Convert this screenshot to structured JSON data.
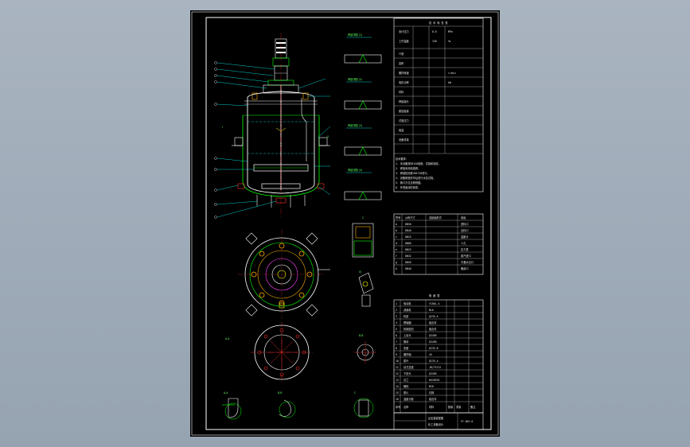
{
  "drawing": {
    "tech_table_title": "技 术 特 性 表",
    "parts_table_title": "明 细 表",
    "title_block_name": "反应釜装配图",
    "title_block_company": "化工设备设计",
    "drawing_number": "FY-001-0",
    "view_label_a": "A-A",
    "view_label_b": "B-B",
    "view_label_c": "C",
    "detail_label_1": "I",
    "detail_label_2": "II",
    "detail_label_3": "III"
  },
  "colors": {
    "background": "#000000",
    "frame": "#ffffff",
    "green": "#00ff00",
    "cyan": "#00ffff",
    "red": "#ff3030",
    "yellow": "#ffff00",
    "orange": "#ffb000",
    "magenta": "#ff40ff"
  }
}
